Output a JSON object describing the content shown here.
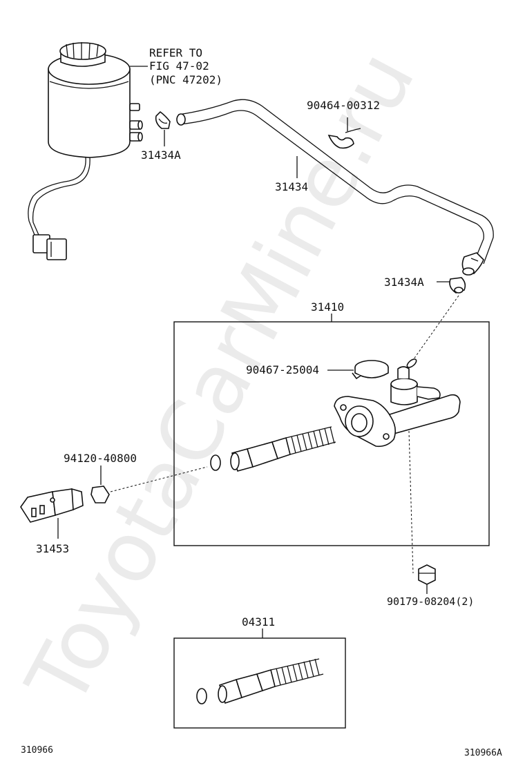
{
  "watermark": "ToyotaCarMine.ru",
  "callouts": {
    "refer_line1": "REFER TO",
    "refer_line2": "FIG 47-02",
    "refer_line3": "(PNC 47202)",
    "clip_a_top": "31434A",
    "hose": "31434",
    "clip_90464": "90464-00312",
    "clip_a_right": "31434A",
    "master_cyl_assy": "31410",
    "clamp_90467": "90467-25004",
    "nut_94120": "94120-40800",
    "sensor": "31453",
    "nut_90179": "90179-08204(2)",
    "kit": "04311"
  },
  "footer": {
    "left_code": "310966",
    "right_code": "310966A"
  }
}
